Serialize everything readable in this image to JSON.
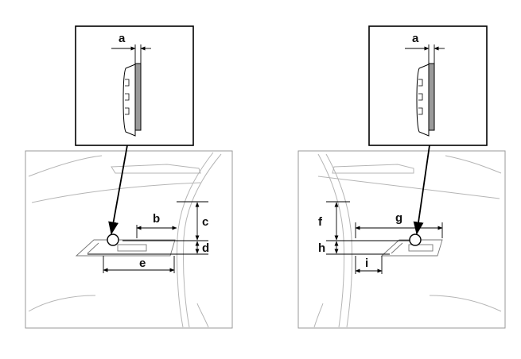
{
  "left_view": {
    "detail_label": "a",
    "labels": {
      "b": "b",
      "c": "c",
      "d": "d",
      "e": "e"
    }
  },
  "right_view": {
    "detail_label": "a",
    "labels": {
      "f": "f",
      "g": "g",
      "h": "h",
      "i": "i"
    }
  }
}
